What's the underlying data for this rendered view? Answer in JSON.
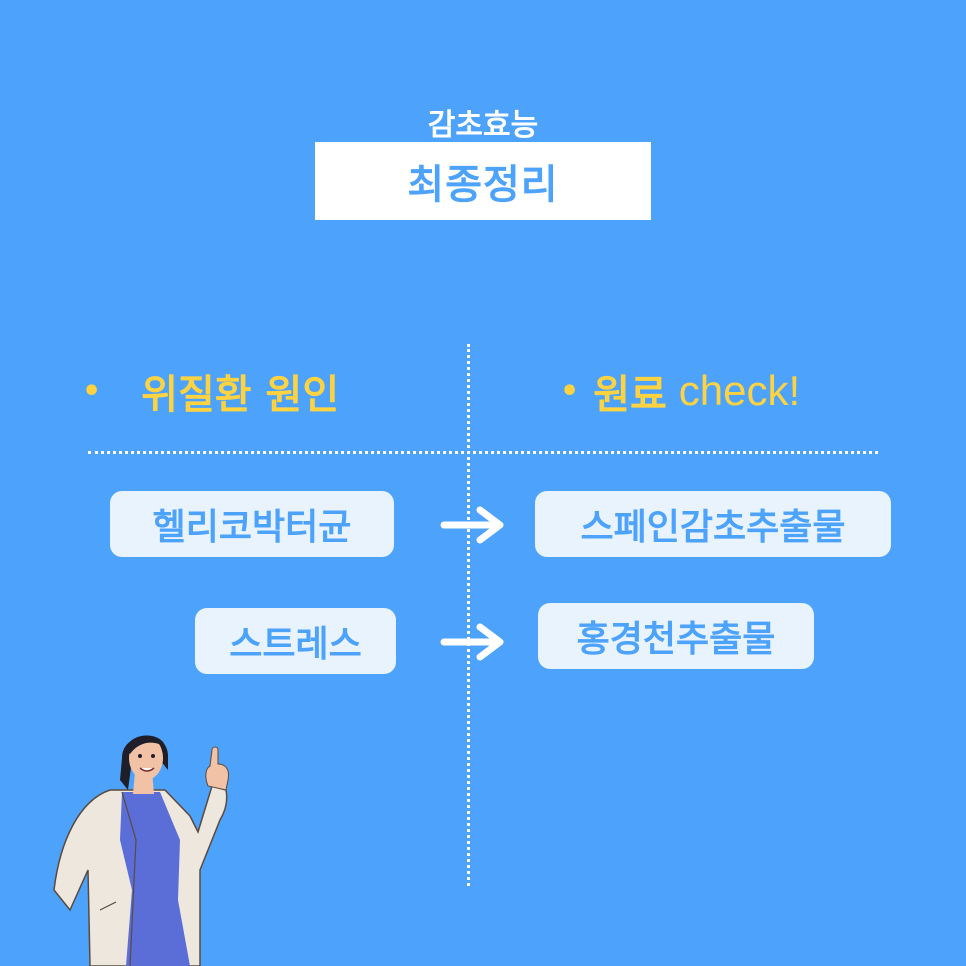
{
  "header": {
    "subtitle": "감초효능",
    "title": "최종정리"
  },
  "columns": {
    "left_bullet": "•",
    "left_heading": "위질환 원인",
    "right_bullet": "•",
    "right_heading_ko": "원료",
    "right_heading_en": "check!"
  },
  "rows": [
    {
      "cause": "헬리코박터균",
      "remedy": "스페인감초추출물"
    },
    {
      "cause": "스트레스",
      "remedy": "홍경천추출물"
    }
  ],
  "colors": {
    "background": "#4DA3FB",
    "heading": "#FFD23F",
    "pill_bg": "#E8F3FE",
    "pill_text": "#4DA3FB"
  }
}
